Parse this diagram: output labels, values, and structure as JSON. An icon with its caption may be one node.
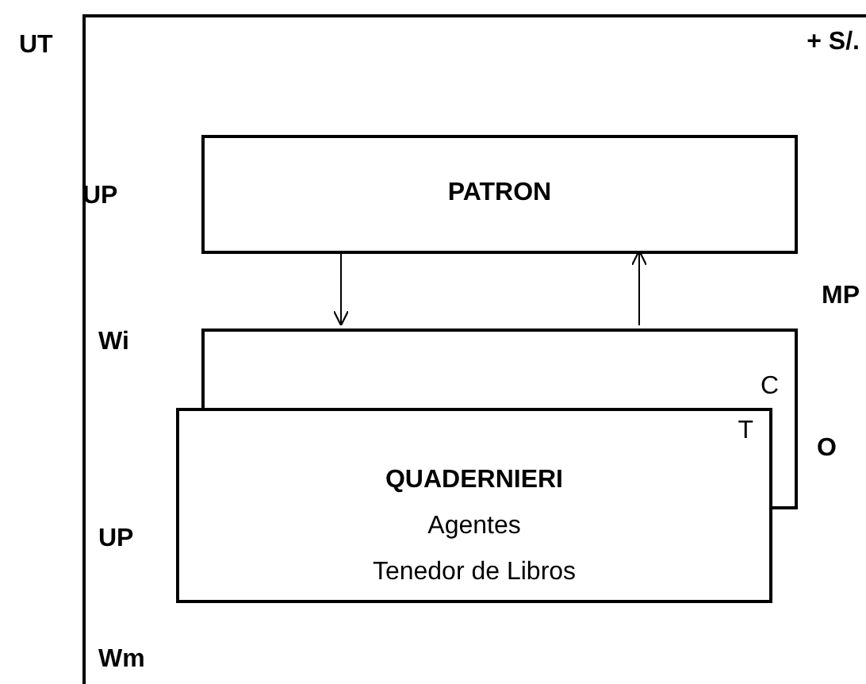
{
  "diagram": {
    "nodes": [
      {
        "text": [],
        "shape": "box"
      },
      {
        "text": [
          "PATRON"
        ],
        "in": 0
      },
      {
        "text": [
          "C"
        ],
        "in": 0
      },
      {
        "text": [
          "T",
          "QUADERNIERI",
          "Agentes",
          "Tenedor de Libros"
        ],
        "in": 0
      }
    ],
    "edges": [
      {
        "from": 1,
        "to": 2,
        "arrow": "to"
      },
      {
        "from": 2,
        "to": 1,
        "arrow": "to"
      }
    ],
    "labels": [
      "UT",
      "+ S/.",
      "UP",
      "MP",
      "Wi",
      "O",
      "UP",
      "Wm"
    ]
  }
}
